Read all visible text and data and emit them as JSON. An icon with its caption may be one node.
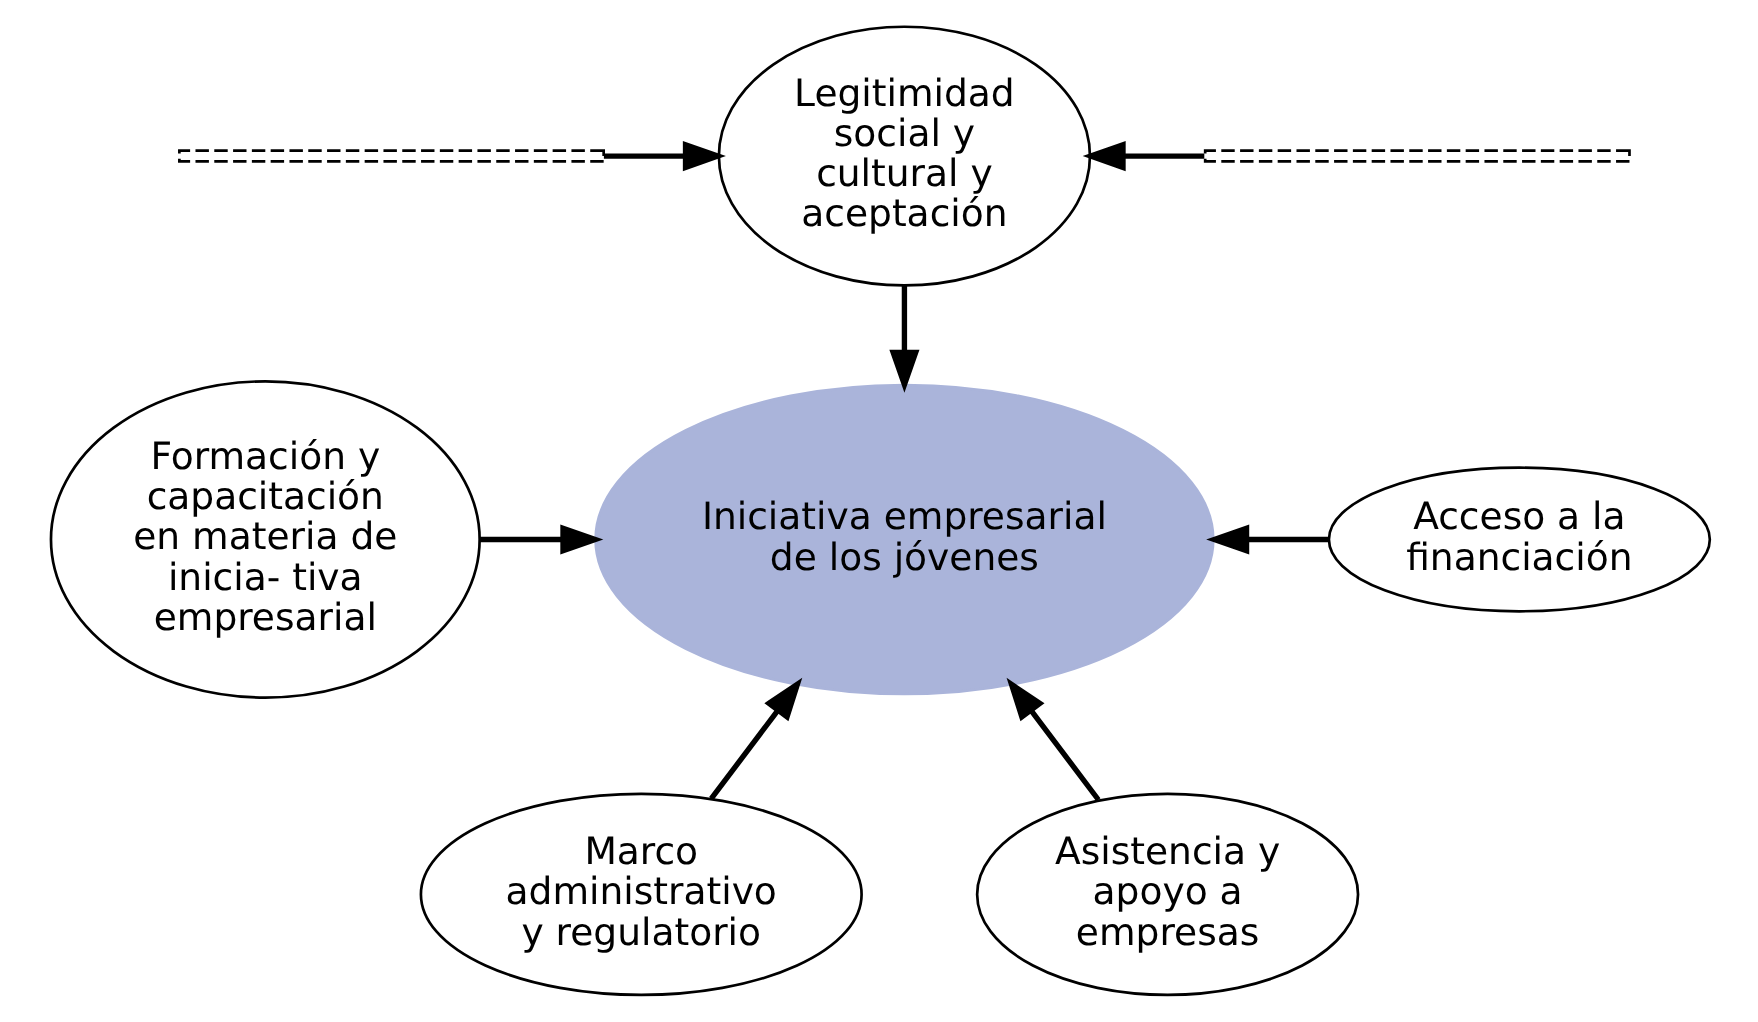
{
  "diagram": {
    "nodes": [
      {
        "text": [
          "Legitimidad social y cultural y aceptación"
        ]
      },
      {
        "text": [],
        "shape": "bar"
      },
      {
        "text": [],
        "shape": "bar"
      },
      {
        "text": [
          "Iniciativa empresarial de los jóvenes"
        ]
      },
      {
        "text": [
          "Formación y capacitación en materia de inicia- tiva empresarial"
        ]
      },
      {
        "text": [
          "Acceso a la financiación"
        ]
      },
      {
        "text": [
          "Marco administrativo y regulatorio"
        ]
      },
      {
        "text": [
          "Asistencia y apoyo a empresas"
        ]
      }
    ],
    "edges": [
      {
        "from": 1,
        "to": 0,
        "arrow": "to"
      },
      {
        "from": 2,
        "to": 0,
        "arrow": "to"
      },
      {
        "from": 0,
        "to": 3,
        "arrow": "to"
      },
      {
        "from": 4,
        "to": 3,
        "arrow": "to"
      },
      {
        "from": 5,
        "to": 3,
        "arrow": "to"
      },
      {
        "from": 6,
        "to": 3,
        "arrow": "to"
      },
      {
        "from": 7,
        "to": 3,
        "arrow": "to"
      }
    ]
  }
}
